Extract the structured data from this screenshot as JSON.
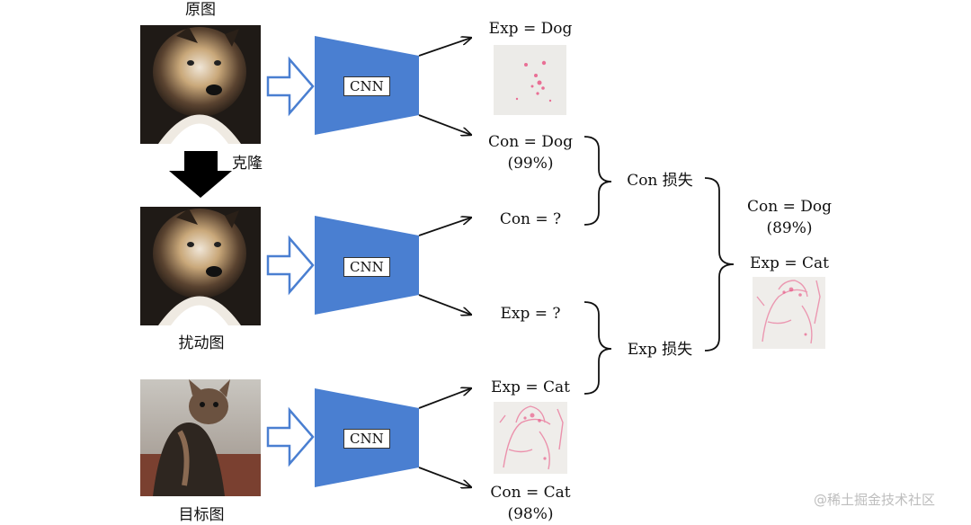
{
  "labels": {
    "original": "原图",
    "clone": "克隆",
    "perturbed": "扰动图",
    "target": "目标图",
    "cnn": "CNN",
    "exp_dog": "Exp = Dog",
    "con_dog": "Con = Dog",
    "con_dog_pct": "(99%)",
    "con_q": "Con = ?",
    "exp_q": "Exp = ?",
    "exp_cat": "Exp = Cat",
    "con_cat": "Con = Cat",
    "con_cat_pct": "(98%)",
    "con_loss": "Con 损失",
    "exp_loss": "Exp 损失",
    "final_con": "Con = Dog",
    "final_pct": "(89%)",
    "final_exp": "Exp = Cat"
  },
  "watermark": "@稀土掘金技术社区",
  "colors": {
    "cnn_fill": "#4a7fd1",
    "arrow_outline": "#4a7fd1",
    "heatmap_bg": "#ecebe8",
    "heatmap_mark": "#e8467a"
  },
  "icons": {
    "clone_arrow": "down-arrow-icon",
    "input_arrow": "hollow-right-arrow-icon"
  }
}
